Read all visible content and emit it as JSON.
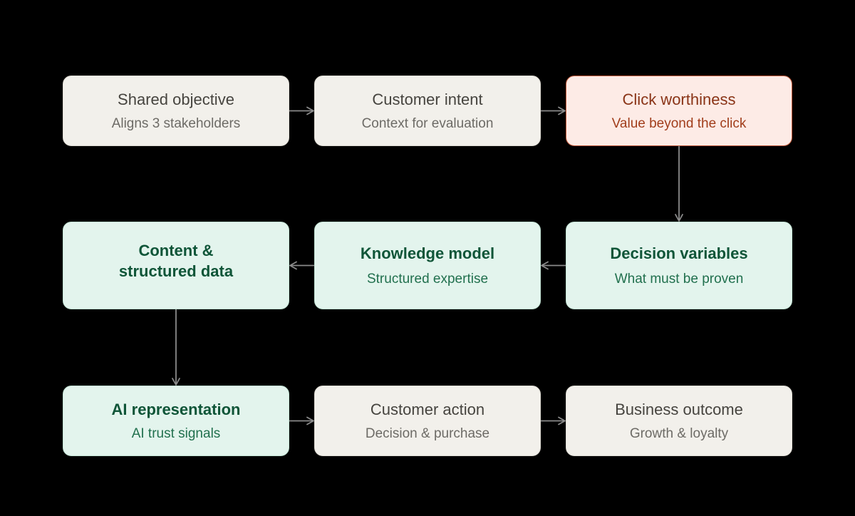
{
  "nodes": [
    {
      "id": "shared-objective",
      "title": "Shared objective",
      "subtitle": "Aligns 3 stakeholders",
      "style": "gray"
    },
    {
      "id": "customer-intent",
      "title": "Customer intent",
      "subtitle": "Context for evaluation",
      "style": "gray"
    },
    {
      "id": "click-worthiness",
      "title": "Click worthiness",
      "subtitle": "Value beyond the click",
      "style": "coral"
    },
    {
      "id": "content-structured-data",
      "title": "Content &\nstructured data",
      "subtitle": "",
      "style": "mint"
    },
    {
      "id": "knowledge-model",
      "title": "Knowledge model",
      "subtitle": "Structured expertise",
      "style": "mint"
    },
    {
      "id": "decision-variables",
      "title": "Decision variables",
      "subtitle": "What must be proven",
      "style": "mint"
    },
    {
      "id": "ai-representation",
      "title": "AI representation",
      "subtitle": "AI trust signals",
      "style": "mint"
    },
    {
      "id": "customer-action",
      "title": "Customer action",
      "subtitle": "Decision & purchase",
      "style": "gray"
    },
    {
      "id": "business-outcome",
      "title": "Business outcome",
      "subtitle": "Growth & loyalty",
      "style": "gray"
    }
  ],
  "edges": [
    {
      "from": "shared-objective",
      "to": "customer-intent"
    },
    {
      "from": "customer-intent",
      "to": "click-worthiness"
    },
    {
      "from": "click-worthiness",
      "to": "decision-variables"
    },
    {
      "from": "decision-variables",
      "to": "knowledge-model"
    },
    {
      "from": "knowledge-model",
      "to": "content-structured-data"
    },
    {
      "from": "content-structured-data",
      "to": "ai-representation"
    },
    {
      "from": "ai-representation",
      "to": "customer-action"
    },
    {
      "from": "customer-action",
      "to": "business-outcome"
    }
  ],
  "colors": {
    "background": "#000000",
    "gray_fill": "#f2f0eb",
    "coral_fill": "#fdebe6",
    "coral_border": "#c45c3d",
    "mint_fill": "#e3f4ed",
    "mint_text": "#0f5538",
    "connector": "#8a8a8a"
  }
}
